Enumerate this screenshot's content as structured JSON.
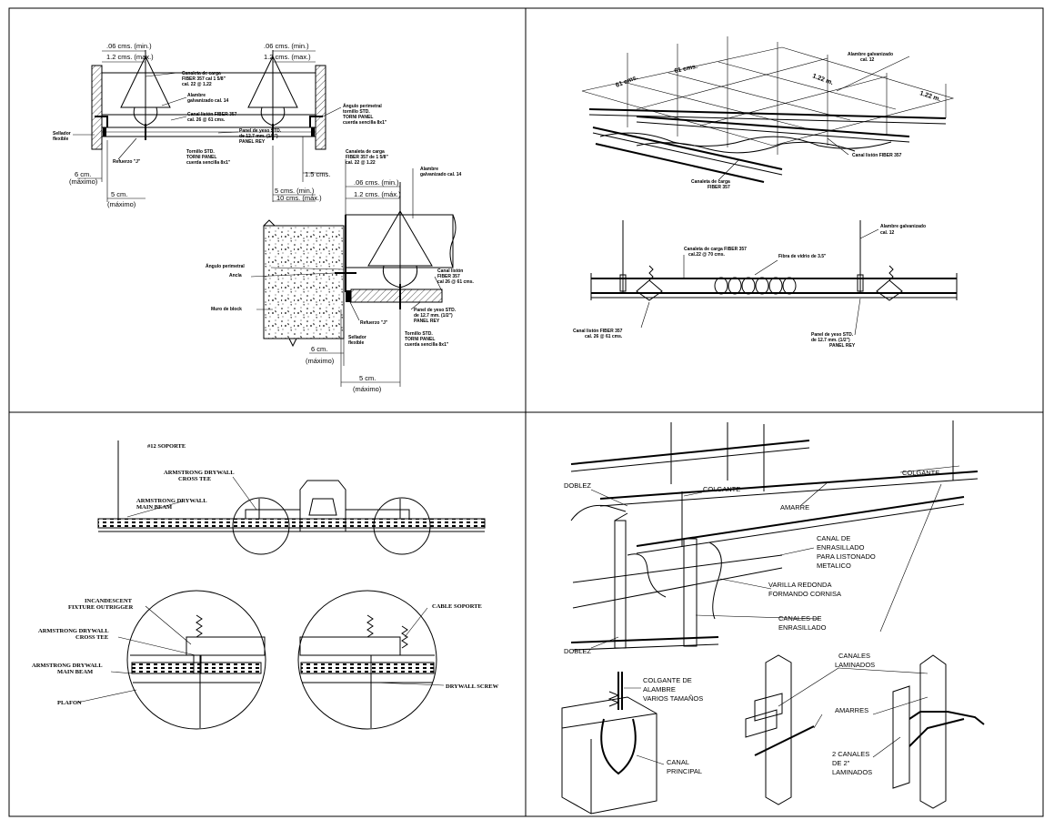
{
  "panel_tl": {
    "dim_06_min_left": ".06 cms. (min.)",
    "dim_12_max_left": "1.2 cms. (max.)",
    "dim_06_min_right": ".06 cms. (min.)",
    "dim_12_max_right": "1.2 cms. (max.)",
    "canaleta_carga_1": "Canaleta de carga",
    "canaleta_carga_2": "FIBER 357 cal 1 5/8\"",
    "canaleta_carga_3": "cal. 22 @ 1.22",
    "alambre_1": "Alambre",
    "alambre_2": "galvanizado cal. 14",
    "canal_listón_1": "Canal listón FIBER 357",
    "canal_listón_2": "cal. 26 @ 61 cms.",
    "angulo_1": "Ángulo perimetral",
    "angulo_2": "tornillo STD.",
    "angulo_3": "TORNI PANEL",
    "angulo_4": "cuerda sencilla 8x1\"",
    "panel_yeso_1": "Panel de yeso STD.",
    "panel_yeso_2": "de 12.7 mm. (1/2\")",
    "panel_yeso_3": "PANEL REY",
    "sellador_1": "Sellador",
    "sellador_2": "flexible",
    "tornillo_1": "Tornillo STD.",
    "tornillo_2": "TORNI PANEL",
    "tornillo_3": "cuerda sencilla 8x1\"",
    "refuerzo": "Refuerzo \"J\"",
    "dim_6cm": "6 cm.",
    "dim_maximo_1": "(máximo)",
    "dim_5cm": "5 cm.",
    "dim_maximo_2": "(máximo)",
    "dim_5cm_min": "5 cms. (min.)",
    "dim_10cm_max": "10 cms. (máx.)",
    "dim_15cm": "1.5 cms."
  },
  "panel_tl_detail": {
    "canaleta_1": "Canaleta de carga",
    "canaleta_2": "FIBER 357 de 1 5/8\"",
    "canaleta_3": "cal. 22 @ 1.22",
    "alambre_1": "Alambre",
    "alambre_2": "galvanizado cal. 14",
    "dim_06": ".06 cms. (min.)",
    "dim_12": "1.2 cms. (máx.)",
    "angulo": "Ángulo perimetral",
    "ancla": "Ancla",
    "muro": "Muro de block",
    "canal_1": "Canal listón",
    "canal_2": "FIBER 357",
    "canal_3": "cal 26 @ 61 cms.",
    "refuerzo": "Refuerzo \"J\"",
    "panel_1": "Panel de yeso STD.",
    "panel_2": "de 12.7 mm. (1/2\")",
    "panel_3": "PANEL REY",
    "sellador_1": "Sellador",
    "sellador_2": "flexible",
    "tornillo_1": "Tornillo STD.",
    "tornillo_2": "TORNI PANEL",
    "tornillo_3": "cuerda sencilla 8x1\"",
    "dim_6": "6 cm.",
    "dim_max_1": "(máximo)",
    "dim_5": "5 cm.",
    "dim_max_2": "(máximo)"
  },
  "panel_tr": {
    "dim_61_a": "61 cms.",
    "dim_61_b": "61 cms.",
    "dim_122_a": "1.22 m.",
    "dim_122_b": "1.22 m.",
    "alambre_1": "Alambre galvanizado",
    "alambre_2": "cal. 12",
    "canal_liston": "Canal listón FIBER 357",
    "canaleta_1": "Canaleta de carga",
    "canaleta_2": "FIBER 357",
    "sec_canaleta_1": "Canaleta de carga FIBER 357",
    "sec_canaleta_2": "cal.22 @ 70 cms.",
    "fibra": "Fibra de vidrio de 3.5\"",
    "sec_alambre_1": "Alambre galvanizado",
    "sec_alambre_2": "cal. 12",
    "sec_canal_1": "Canal listón FIBER 357",
    "sec_canal_2": "cal. 26 @ 61 cms.",
    "sec_panel_1": "Panel de yeso STD.",
    "sec_panel_2": "de 12.7 mm. (1/2\")",
    "sec_panel_3": "PANEL REY"
  },
  "panel_bl": {
    "soporte": "#12 SOPORTE",
    "cross_1": "ARMSTRONG DRYWALL",
    "cross_2": "CROSS TEE",
    "main_1": "ARMSTRONG DRYWALL",
    "main_2": "MAIN BEAM",
    "incand_1": "INCANDESCENT",
    "incand_2": "FIXTURE OUTRIGGER",
    "d_cross_1": "ARMSTRONG DRYWALL",
    "d_cross_2": "CROSS TEE",
    "d_main_1": "ARMSTRONG DRYWALL",
    "d_main_2": "MAIN BEAM",
    "plafon": "PLAFON",
    "cable": "CABLE SOPORTE",
    "screw": "DRYWALL SCREW"
  },
  "panel_br": {
    "doblez_top": "DOBLEZ",
    "colgante_1": "COLGANTE",
    "colgante_2": "COLGANTE",
    "amarre": "AMARRE",
    "canal_enr_1": "CANAL DE",
    "canal_enr_2": "ENRASILLADO",
    "canal_enr_3": "PARA LISTONADO",
    "canal_enr_4": "METALICO",
    "varilla_1": "VARILLA REDONDA",
    "varilla_2": "FORMANDO CORNISA",
    "canales_enr_1": "CANALES DE",
    "canales_enr_2": "ENRASILLADO",
    "doblez_bottom": "DOBLEZ",
    "colg_alambre_1": "COLGANTE DE",
    "colg_alambre_2": "ALAMBRE",
    "colg_alambre_3": "VARIOS TAMAÑOS",
    "canal_principal_1": "CANAL",
    "canal_principal_2": "PRINCIPAL",
    "canales_lam_1": "CANALES",
    "canales_lam_2": "LAMINADOS",
    "amarres": "AMARRES",
    "dos_canales_1": "2 CANALES",
    "dos_canales_2": "DE 2\"",
    "dos_canales_3": "LAMINADOS"
  }
}
